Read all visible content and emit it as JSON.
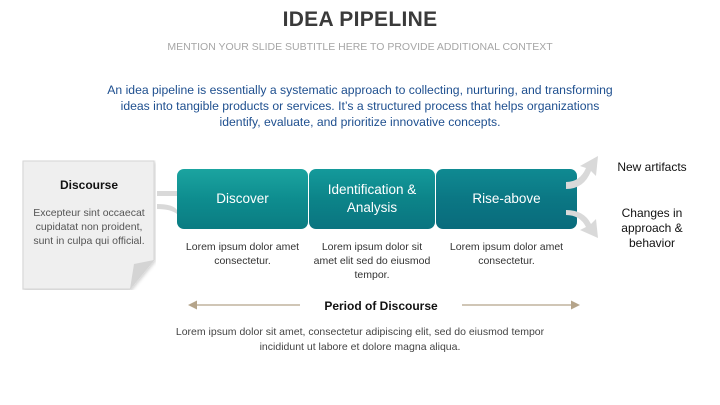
{
  "header": {
    "title": "IDEA PIPELINE",
    "subtitle": "MENTION YOUR SLIDE SUBTITLE HERE TO PROVIDE ADDITIONAL CONTEXT"
  },
  "intro": "An idea pipeline is essentially a systematic approach to collecting, nurturing, and transforming ideas into tangible products or services. It’s a structured process that helps organizations identify, evaluate, and prioritize innovative concepts.",
  "source_note": {
    "title": "Discourse",
    "body": "Excepteur sint occaecat cupidatat non proident, sunt in culpa qui official."
  },
  "stages": [
    {
      "label": "Discover",
      "description": "Lorem ipsum dolor amet consectetur."
    },
    {
      "label": "Identification & Analysis",
      "description": "Lorem ipsum dolor sit amet elit sed do eiusmod tempor."
    },
    {
      "label": "Rise-above",
      "description": "Lorem ipsum dolor amet consectetur."
    }
  ],
  "outputs": [
    {
      "label": "New artifacts"
    },
    {
      "label": "Changes in approach & behavior"
    }
  ],
  "period": {
    "label": "Period of Discourse",
    "description": "Lorem ipsum dolor sit amet, consectetur adipiscing elit, sed do eiusmod tempor incididunt ut labore et dolore magna aliqua."
  },
  "colors": {
    "title": "#3a3a3a",
    "subtitle": "#a6a6a6",
    "intro_text": "#1e4f8f",
    "stage_teal": "#0e8d8f",
    "arrow_gray": "#d9d9d9",
    "period_arrow": "#b5a48a"
  }
}
